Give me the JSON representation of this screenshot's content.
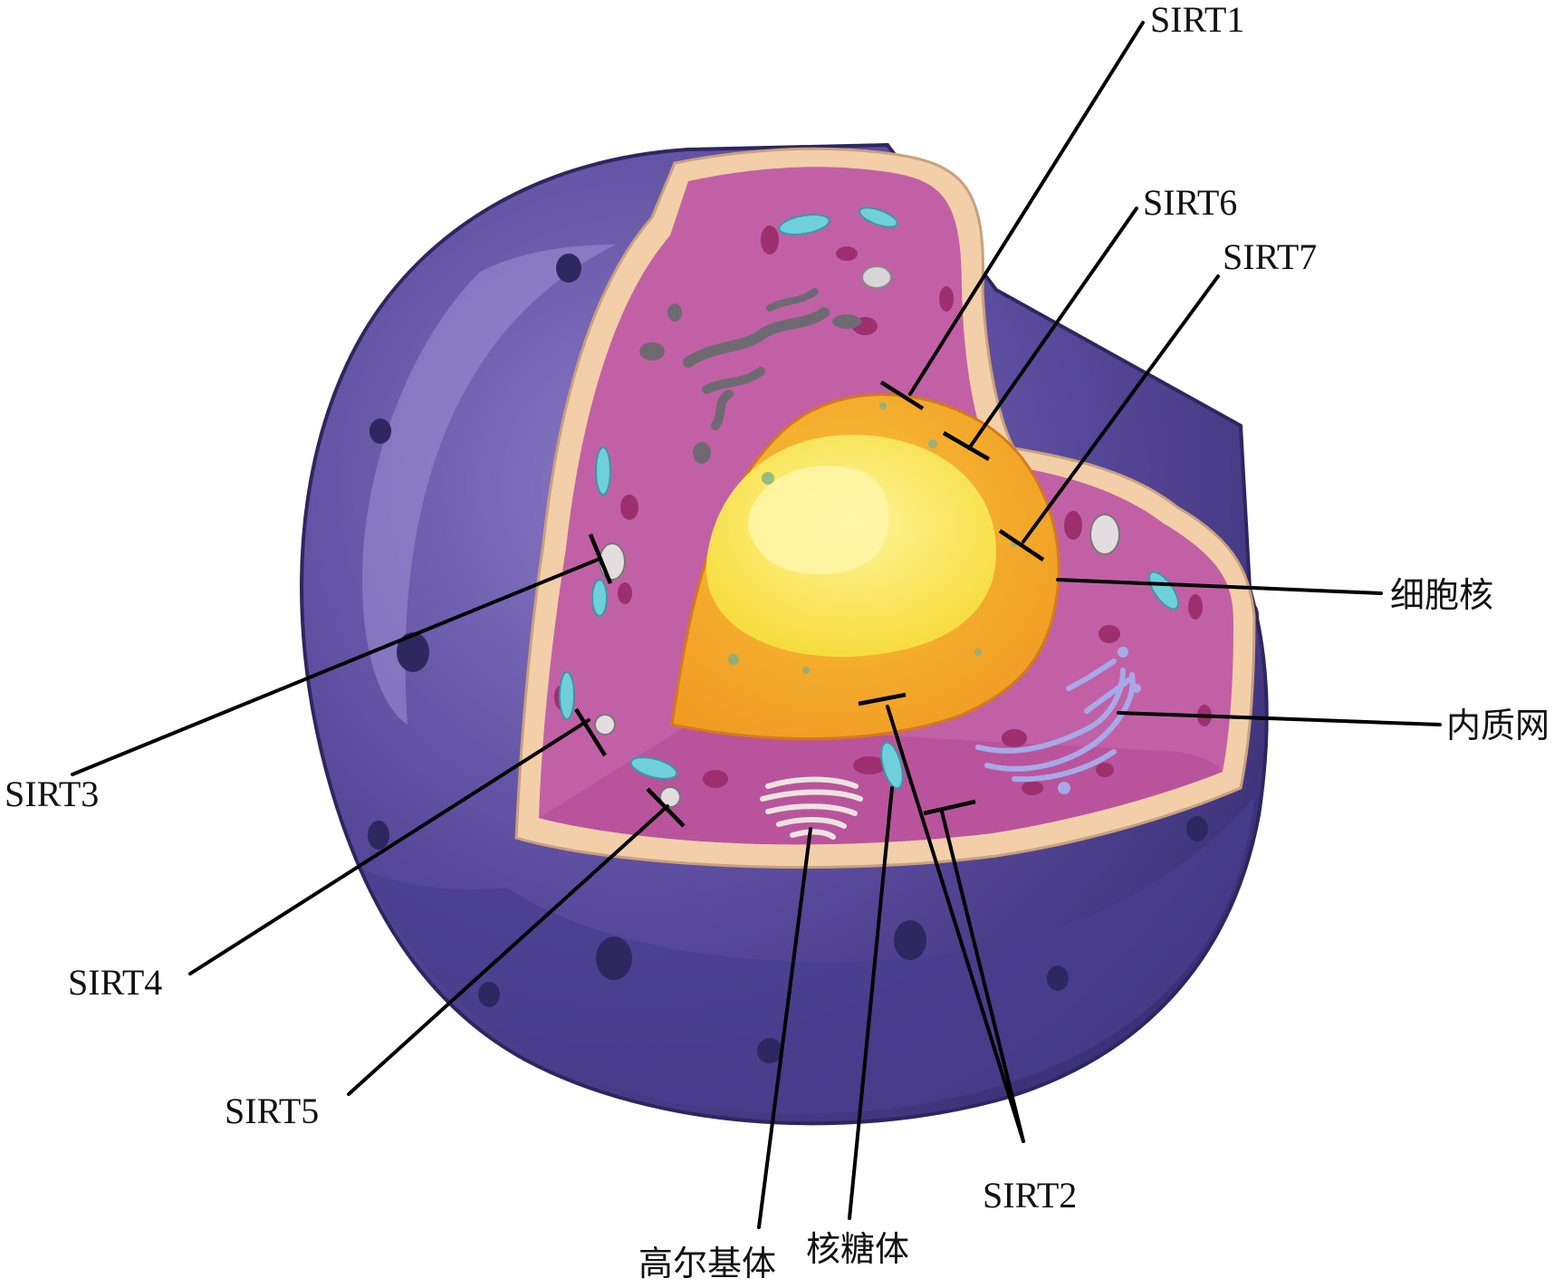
{
  "labels": {
    "sirt1": "SIRT1",
    "sirt2": "SIRT2",
    "sirt3": "SIRT3",
    "sirt4": "SIRT4",
    "sirt5": "SIRT5",
    "sirt6": "SIRT6",
    "sirt7": "SIRT7",
    "nucleus": "细胞核",
    "er": "内质网",
    "golgi": "高尔基体",
    "ribosome": "核糖体"
  },
  "colors": {
    "cell_outer": "#4b3f8e",
    "cell_outer_light": "#7e6cb8",
    "cytoplasm": "#c260a6",
    "membrane_beige": "#f2cfa8",
    "nucleus_outer": "#f2a52a",
    "nucleus_inner": "#f7e04a",
    "nucleolus": "#fff07a",
    "mitochondria_cyan": "#6fd0dc",
    "label_text": "#111111"
  }
}
